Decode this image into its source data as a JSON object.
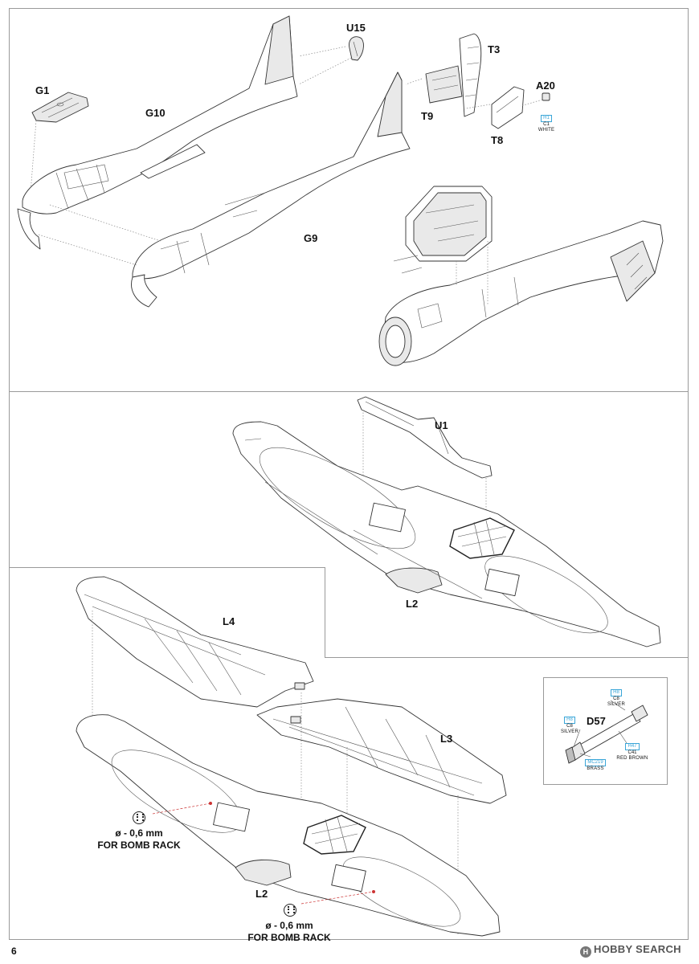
{
  "page": {
    "number": "6"
  },
  "watermark": {
    "logo_glyph": "H",
    "text": "HOBBY SEARCH"
  },
  "fuselage_step": {
    "parts": {
      "g1": "G1",
      "g10": "G10",
      "g9": "G9",
      "u15": "U15",
      "t3": "T3",
      "t9": "T9",
      "t8": "T8",
      "a20": "A20"
    },
    "a20_paint": {
      "code": "H1",
      "ref": "C1",
      "color": "WHITE"
    }
  },
  "upper_wing_step": {
    "parts": {
      "u1": "U1",
      "l2": "L2"
    }
  },
  "lower_wing_step": {
    "parts": {
      "l4": "L4",
      "l3": "L3",
      "l2": "L2"
    },
    "drill_notes": [
      {
        "size": "ø - 0,6 mm",
        "purpose": "FOR BOMB RACK"
      },
      {
        "size": "ø - 0,6 mm",
        "purpose": "FOR BOMB RACK"
      }
    ]
  },
  "inset_d57": {
    "part": "D57",
    "paints": [
      {
        "code": "H8",
        "ref": "C8",
        "color": "SILVER"
      },
      {
        "code": "H8",
        "ref": "C8",
        "color": "SILVER"
      },
      {
        "code": "H47",
        "ref": "C41",
        "color": "RED BROWN"
      },
      {
        "code": "MC219",
        "ref": "",
        "color": "BRASS"
      }
    ]
  }
}
